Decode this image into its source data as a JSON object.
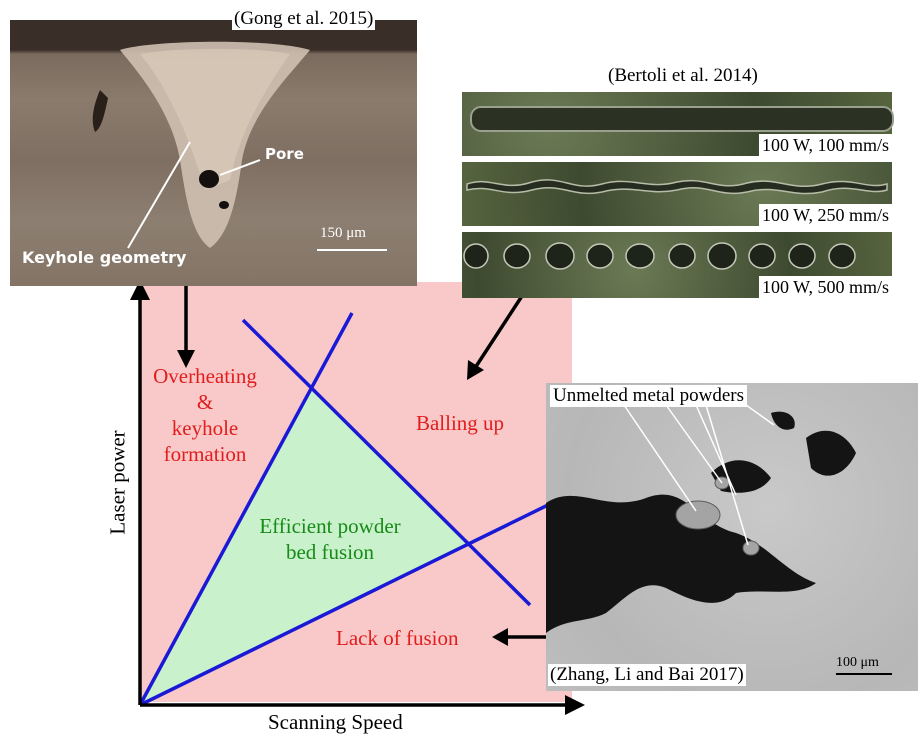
{
  "citations": {
    "gong": "(Gong et al. 2015)",
    "bertoli": "(Bertoli et al. 2014)",
    "zhang": "(Zhang, Li and Bai 2017)"
  },
  "gong_image": {
    "pore_label": "Pore",
    "keyhole_label": "Keyhole geometry",
    "scale_label": "150 μm"
  },
  "bertoli_images": [
    {
      "label": "100 W, 100 mm/s"
    },
    {
      "label": "100 W, 250 mm/s"
    },
    {
      "label": "100 W, 500 mm/s"
    }
  ],
  "zhang_image": {
    "annotation": "Unmelted metal powders",
    "scale_label": "100 μm"
  },
  "diagram": {
    "regions": {
      "overheating": [
        "Overheating",
        "&",
        "keyhole",
        "formation"
      ],
      "balling": "Balling up",
      "efficient": [
        "Efficient powder",
        "bed fusion"
      ],
      "lack": "Lack of fusion"
    },
    "x_axis_label": "Scanning Speed",
    "y_axis_label": "Laser power"
  },
  "colors": {
    "region_bg": "#f9c9c9",
    "efficient_fill": "#c9f2cc",
    "line": "#1a1ad6",
    "region_text": "#e11d1d",
    "efficient_text": "#178a17"
  }
}
